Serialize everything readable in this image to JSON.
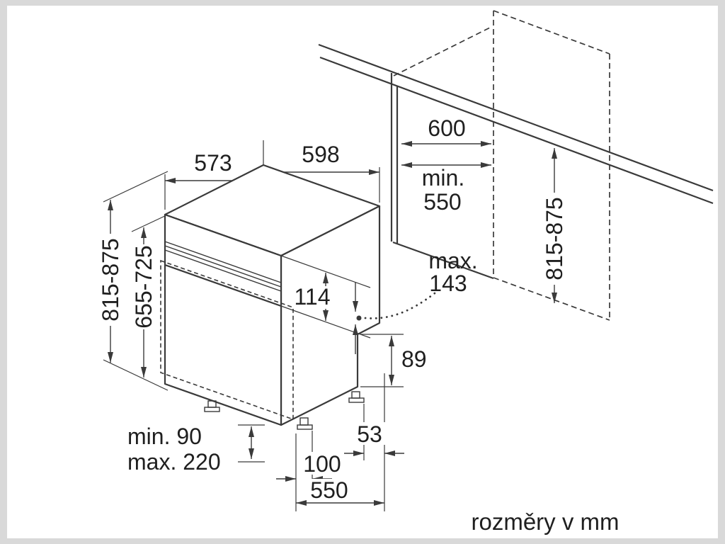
{
  "colors": {
    "line": "#3a3a3a",
    "background": "#ffffff",
    "frame": "#d9d9d9"
  },
  "caption": {
    "units_note": "rozměry v mm"
  },
  "labels": {
    "depth_top": "573",
    "width_top": "598",
    "niche_width": "600",
    "niche_depth_min": "min.",
    "niche_depth_value": "550",
    "niche_height": "815-875",
    "appliance_height": "815-875",
    "door_panel_height": "655-725",
    "control_panel_height": "114",
    "door_max_word": "max.",
    "door_max_value": "143",
    "rear_base_height": "89",
    "rear_foot_distance": "53",
    "plinth_min": "min. 90",
    "plinth_max": "max. 220",
    "front_foot_distance": "100",
    "base_depth": "550"
  }
}
